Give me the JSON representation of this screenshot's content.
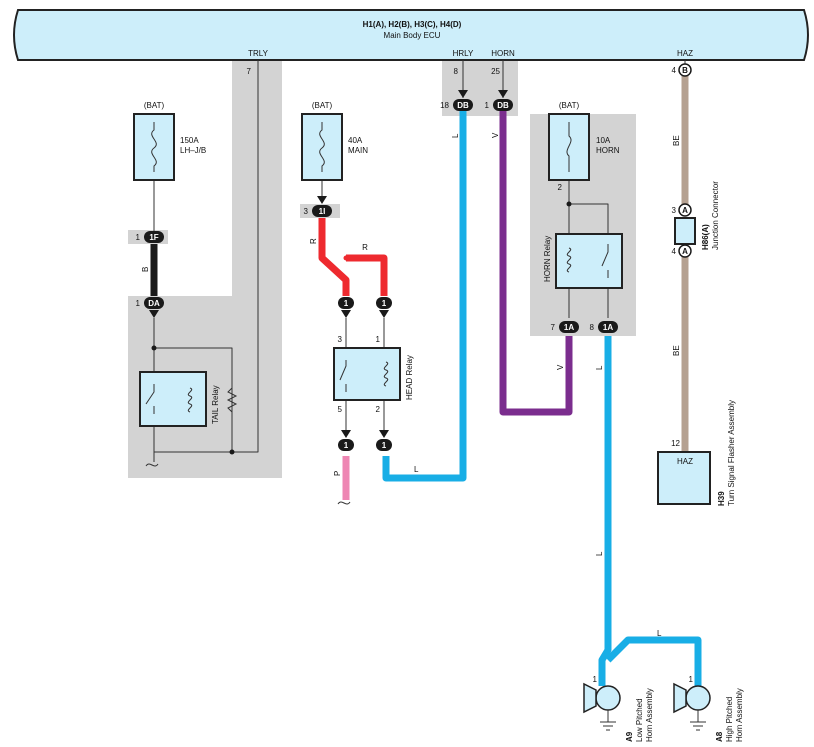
{
  "ecu": {
    "connectors": "H1(A), H2(B), H3(C), H4(D)",
    "name": "Main Body ECU",
    "terminals": {
      "trly": "TRLY",
      "hrly": "HRLY",
      "horn": "HORN",
      "haz": "HAZ"
    },
    "pins": {
      "trly": "7",
      "hrly": "8",
      "horn": "25",
      "haz": "4"
    },
    "haz_connector": "B"
  },
  "fuses": {
    "lhjb": {
      "source": "(BAT)",
      "rating": "150A",
      "name": "LH–J/B"
    },
    "main": {
      "source": "(BAT)",
      "rating": "40A",
      "name": "MAIN"
    },
    "horn": {
      "source": "(BAT)",
      "rating": "10A",
      "name": "HORN"
    }
  },
  "connectors": {
    "c1f": {
      "pin": "1",
      "code": "1F"
    },
    "cda": {
      "pin": "1",
      "code": "DA"
    },
    "c3i": {
      "pin": "3",
      "code": "1I"
    },
    "db18": {
      "pin": "18",
      "code": "DB"
    },
    "db1": {
      "pin": "1",
      "code": "DB"
    },
    "h1a_left": {
      "pin": "1",
      "code": "1"
    },
    "h1a_right": {
      "pin": "1",
      "code": "1"
    },
    "h1b_left": {
      "code": "1"
    },
    "h1b_right": {
      "code": "1"
    },
    "horn7": {
      "pin": "7",
      "code": "1A"
    },
    "horn8": {
      "pin": "8",
      "code": "1A"
    },
    "jc3": {
      "pin": "3",
      "code": "A"
    },
    "jc4": {
      "pin": "4",
      "code": "A"
    }
  },
  "relays": {
    "tail": {
      "name": "TAIL Relay"
    },
    "head": {
      "name": "HEAD Relay",
      "pins": {
        "p3": "3",
        "p1": "1",
        "p5": "5",
        "p2": "2"
      }
    },
    "horn": {
      "name": "HORN Relay",
      "pin2": "2"
    }
  },
  "wires": {
    "b": "B",
    "r1": "R",
    "r2": "R",
    "l1": "L",
    "v1": "V",
    "l2": "L",
    "v2": "V",
    "l3": "L",
    "l4": "L",
    "l5": "L",
    "p": "P",
    "be1": "BE",
    "be2": "BE"
  },
  "junction": {
    "code": "H86(A)",
    "name": "Junction Connector"
  },
  "flasher": {
    "code": "H39",
    "name": "Turn Signal Flasher Assembly",
    "terminal": "HAZ",
    "pin": "12"
  },
  "horns": {
    "low": {
      "code": "A9",
      "name1": "Low Pitched",
      "name2": "Horn Assembly",
      "pin": "1"
    },
    "high": {
      "code": "A8",
      "name1": "High Pitched",
      "name2": "Horn Assembly",
      "pin": "1"
    }
  },
  "colors": {
    "ecu_fill": "#cdeefa",
    "red": "#ee2a2f",
    "blue": "#18aee6",
    "violet": "#7b2d8e",
    "pink": "#ee86b3",
    "beige": "#b5a191",
    "black": "#1a1a1a",
    "gray_area": "#d3d3d3"
  }
}
